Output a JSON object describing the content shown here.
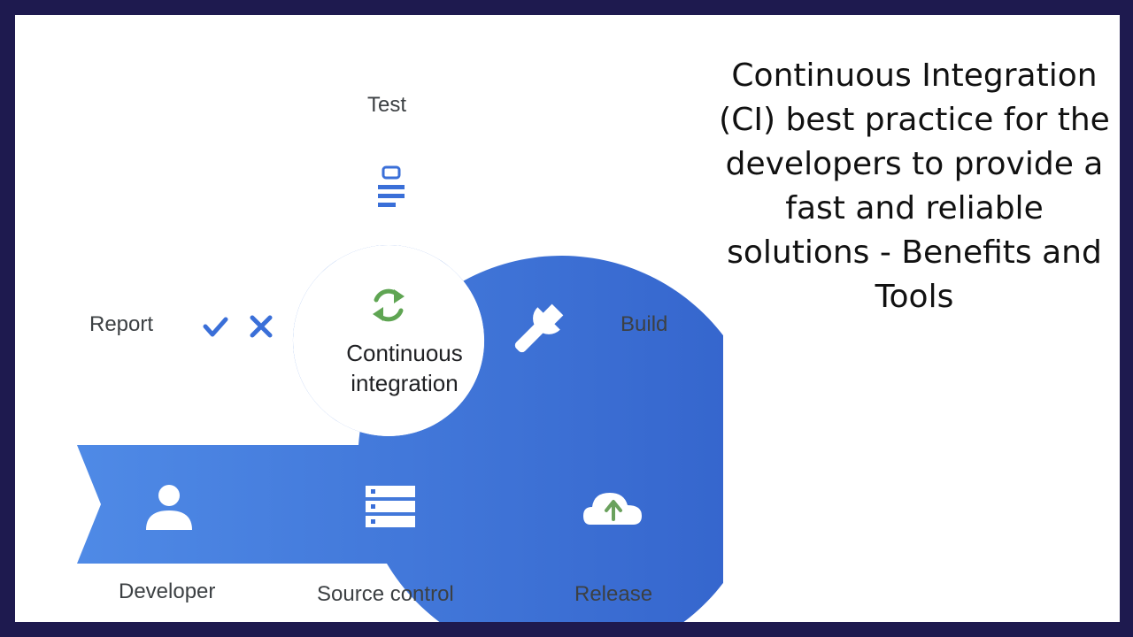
{
  "headline": "Continuous Integration (CI) best practice for the developers to provide a fast and reliable solutions - Benefits and Tools",
  "diagram": {
    "center_line1": "Continuous",
    "center_line2": "integration",
    "labels": {
      "test": "Test",
      "build": "Build",
      "report": "Report",
      "developer": "Developer",
      "source_control": "Source control",
      "release": "Release"
    },
    "icons": {
      "test": "clipboard-icon",
      "build": "wrench-icon",
      "report": [
        "checkmark-circle-icon",
        "x-circle-icon"
      ],
      "developer": "person-icon",
      "source_control": "server-stack-icon",
      "release": "cloud-upload-icon",
      "center": "refresh-arrows-icon"
    },
    "colors": {
      "frame": "#1e1a4f",
      "loop_blue": "#3a6fd8",
      "release_green": "#6aa15d",
      "refresh_green": "#5fa553"
    }
  }
}
